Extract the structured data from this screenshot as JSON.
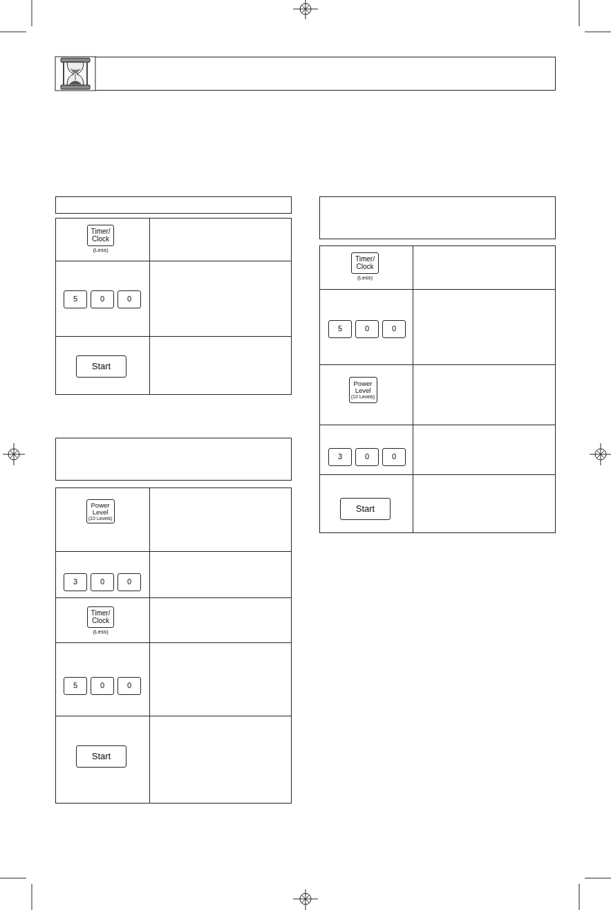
{
  "diagram": {
    "nodes": [
      {
        "text": [
          "Timer/ Clock",
          "(Less)"
        ]
      },
      {
        "text": [
          "5"
        ]
      },
      {
        "text": [
          "0"
        ]
      },
      {
        "text": [
          "0"
        ]
      },
      {
        "text": [
          "Start"
        ]
      },
      {
        "text": [
          "Power Level",
          "(10 Levels)"
        ]
      },
      {
        "text": [
          "3"
        ]
      },
      {
        "text": [
          "0"
        ]
      },
      {
        "text": [
          "0"
        ]
      },
      {
        "text": [
          "Timer/ Clock",
          "(Less)"
        ]
      },
      {
        "text": [
          "5"
        ]
      },
      {
        "text": [
          "0"
        ]
      },
      {
        "text": [
          "0"
        ]
      },
      {
        "text": [
          "Start"
        ]
      },
      {
        "text": [
          "Timer/ Clock",
          "(Less)"
        ]
      },
      {
        "text": [
          "5"
        ]
      },
      {
        "text": [
          "0"
        ]
      },
      {
        "text": [
          "0"
        ]
      },
      {
        "text": [
          "Power Level",
          "(10 Levels)"
        ]
      },
      {
        "text": [
          "3"
        ]
      },
      {
        "text": [
          "0"
        ]
      },
      {
        "text": [
          "0"
        ]
      },
      {
        "text": [
          "Start"
        ]
      }
    ]
  }
}
